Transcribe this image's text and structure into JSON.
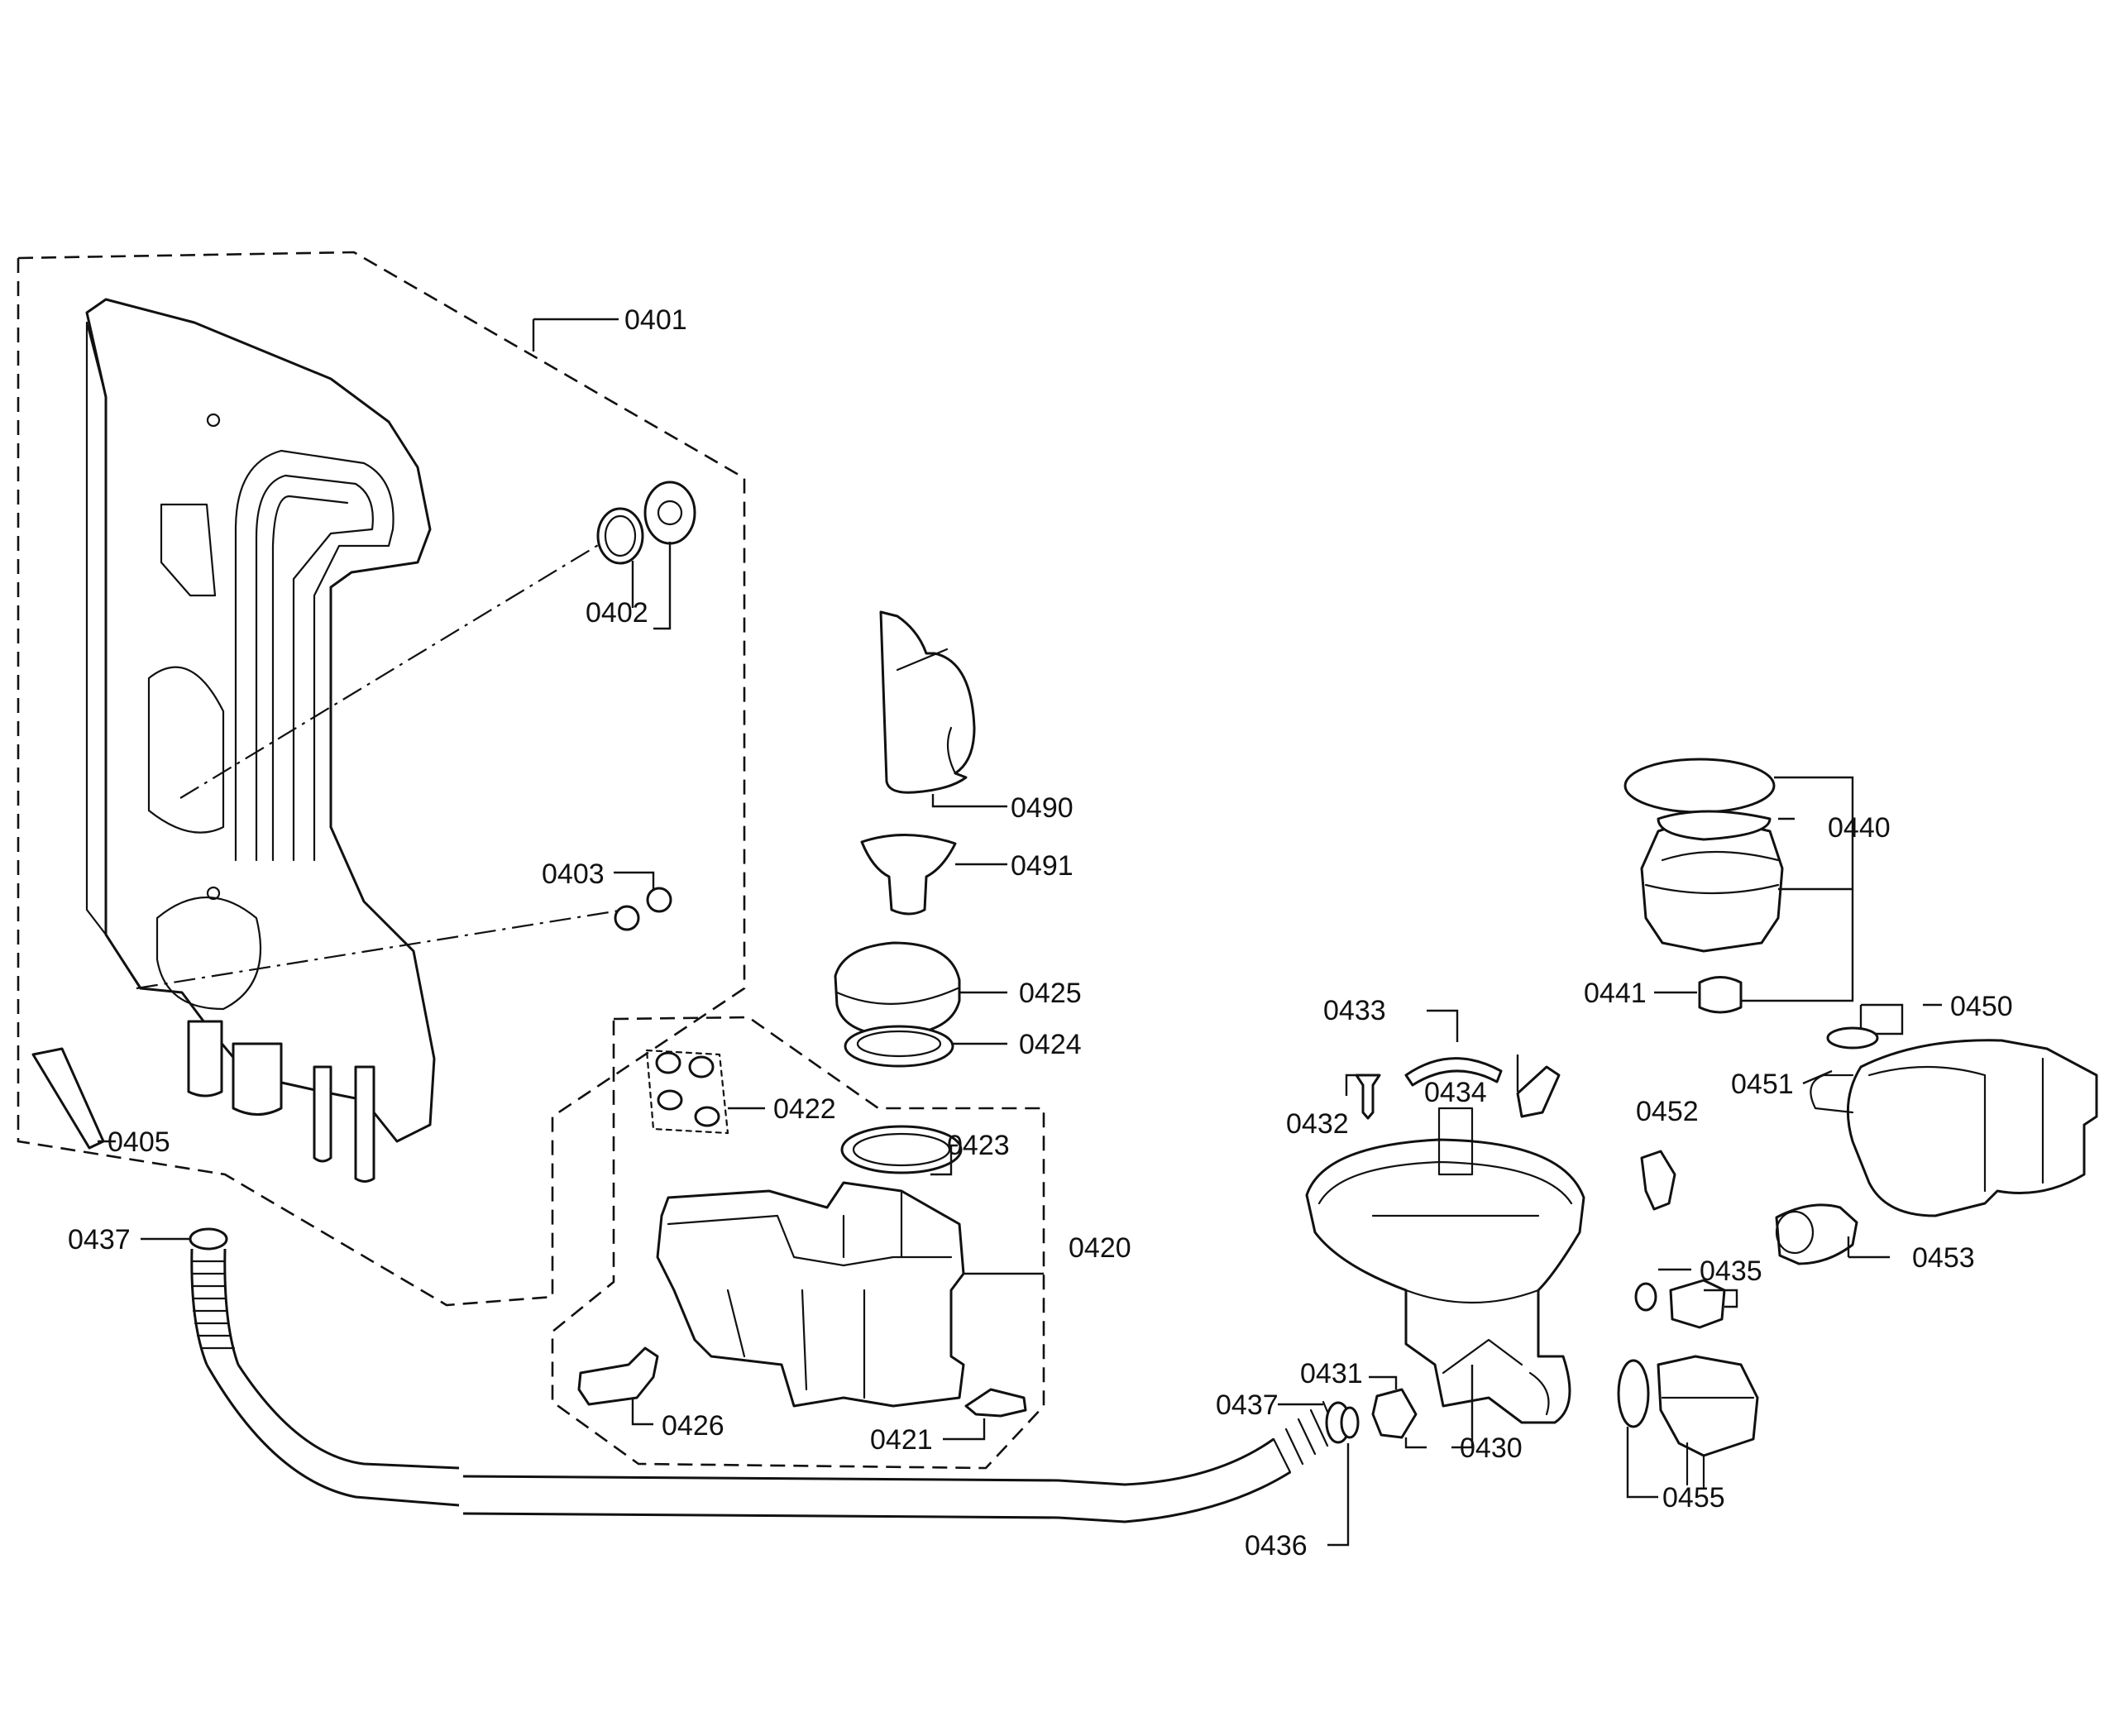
{
  "labels": {
    "p0401": "0401",
    "p0402": "0402",
    "p0403": "0403",
    "p0405": "0405",
    "p0437a": "0437",
    "p0490": "0490",
    "p0491": "0491",
    "p0425": "0425",
    "p0424": "0424",
    "p0422": "0422",
    "p0423": "0423",
    "p0420": "0420",
    "p0426": "0426",
    "p0421": "0421",
    "p0433": "0433",
    "p0434": "0434",
    "p0432": "0432",
    "p0431": "0431",
    "p0437b": "0437",
    "p0430": "0430",
    "p0436": "0436",
    "p0440": "0440",
    "p0441": "0441",
    "p0450": "0450",
    "p0451": "0451",
    "p0452": "0452",
    "p0453": "0453",
    "p0435": "0435",
    "p0455": "0455"
  }
}
